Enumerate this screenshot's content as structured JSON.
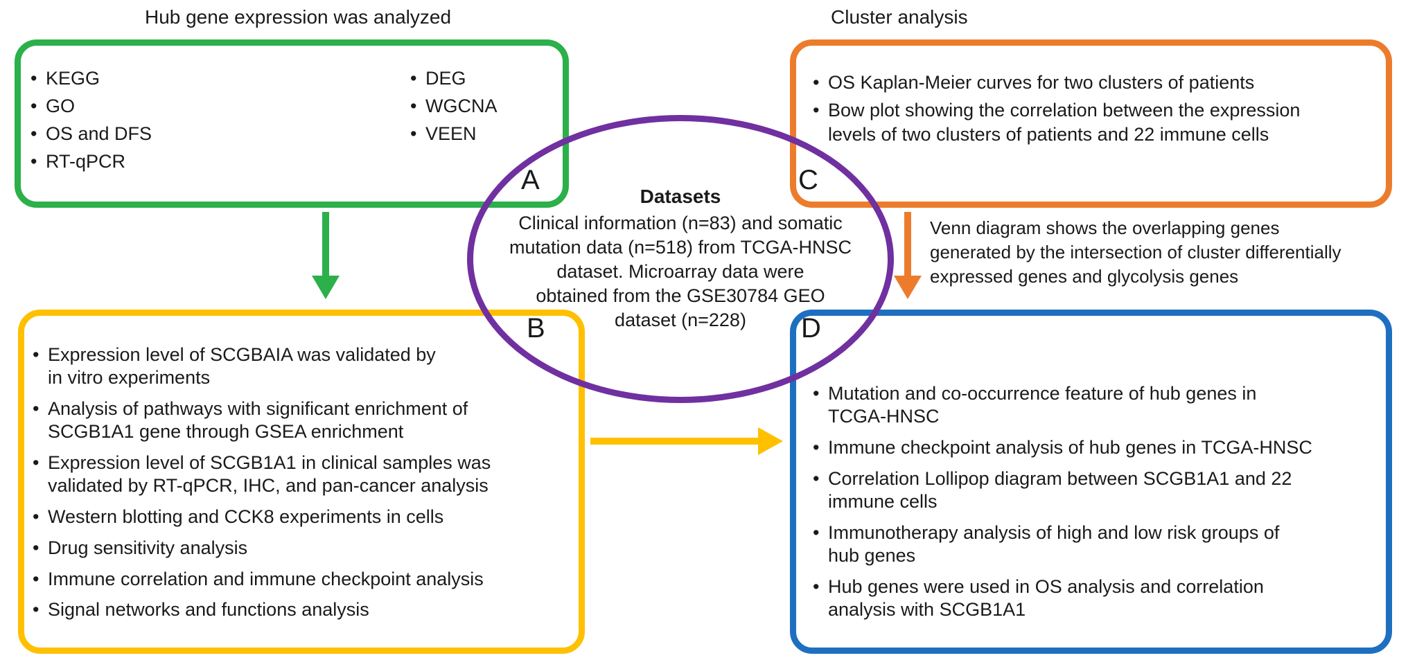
{
  "colors": {
    "green": "#2bb04a",
    "orange": "#ec7c2c",
    "purple": "#7030a0",
    "yellow": "#ffc000",
    "blue": "#1e6fc0",
    "text": "#1a1a1a"
  },
  "box_a": {
    "title": "Hub gene expression was analyzed",
    "label": "A",
    "items_left": [
      "KEGG",
      "GO",
      "OS and DFS",
      "RT-qPCR"
    ],
    "items_right": [
      "DEG",
      "WGCNA",
      "VEEN"
    ]
  },
  "box_b": {
    "label": "B",
    "items": [
      "Expression level of SCGBAIA was validated by\nin vitro experiments",
      "Analysis of pathways with significant enrichment of\nSCGB1A1 gene through GSEA enrichment",
      "Expression level of SCGB1A1 in clinical samples was\nvalidated by RT-qPCR, IHC, and pan-cancer analysis",
      "Western blotting and CCK8 experiments in cells",
      "Drug sensitivity analysis",
      "Immune correlation and immune checkpoint analysis",
      "Signal networks and functions analysis"
    ]
  },
  "box_c": {
    "title": "Cluster analysis",
    "label": "C",
    "items": [
      "OS Kaplan-Meier curves for two clusters of patients",
      "Bow plot showing the correlation between the expression\nlevels of two clusters of patients and 22 immune cells"
    ]
  },
  "box_d": {
    "label": "D",
    "items": [
      "Mutation and co-occurrence feature of hub genes in\nTCGA-HNSC",
      "Immune checkpoint analysis of hub genes in TCGA-HNSC",
      "Correlation Lollipop diagram between SCGB1A1 and 22\nimmune cells",
      "Immunotherapy analysis of high and low risk groups of\nhub genes",
      "Hub genes were used in OS analysis and correlation\nanalysis with SCGB1A1"
    ]
  },
  "datasets_ellipse": {
    "title": "Datasets",
    "body": "Clinical information (n=83) and somatic\nmutation data (n=518) from TCGA-HNSC\ndataset. Microarray data were\nobtained from the GSE30784 GEO\ndataset (n=228)"
  },
  "orange_arrow_note": "Venn diagram shows the overlapping genes\ngenerated by the intersection of cluster differentially\nexpressed genes and glycolysis genes"
}
